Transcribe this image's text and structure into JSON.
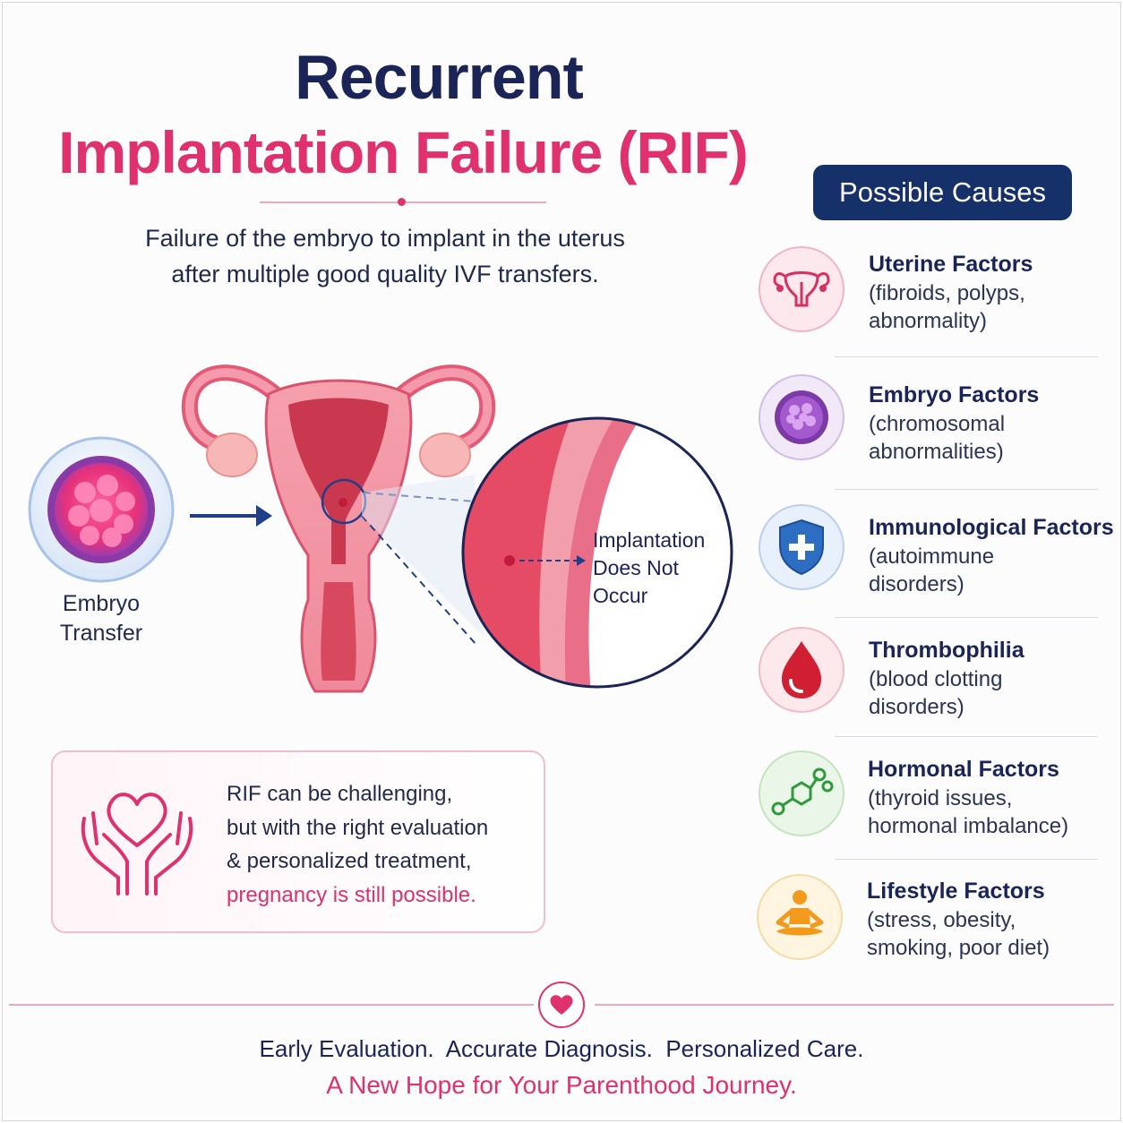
{
  "title": {
    "line1": "Recurrent",
    "line2": "Implantation Failure (RIF)"
  },
  "subtitle": {
    "line1": "Failure of the embryo to implant in the uterus",
    "line2": "after multiple good quality IVF transfers."
  },
  "illustration": {
    "embryo_label_line1": "Embryo",
    "embryo_label_line2": "Transfer",
    "callout_line1": "Implantation",
    "callout_line2": "Does Not",
    "callout_line3": "Occur"
  },
  "hope": {
    "line1": "RIF can be challenging,",
    "line2": "but with the right evaluation",
    "line3": "& personalized treatment,",
    "line4": "pregnancy is still possible."
  },
  "causes": {
    "heading": "Possible Causes",
    "items": [
      {
        "title": "Uterine Factors",
        "desc1": "(fibroids, polyps,",
        "desc2": "abnormality)",
        "icon": "uterus-icon"
      },
      {
        "title": "Embryo Factors",
        "desc1": "(chromosomal",
        "desc2": "abnormalities)",
        "icon": "embryo-cell-icon"
      },
      {
        "title": "Immunological Factors",
        "desc1": "(autoimmune",
        "desc2": "disorders)",
        "icon": "shield-plus-icon"
      },
      {
        "title": "Thrombophilia",
        "desc1": "(blood clotting",
        "desc2": "disorders)",
        "icon": "blood-drop-icon"
      },
      {
        "title": "Hormonal Factors",
        "desc1": "(thyroid issues,",
        "desc2": "hormonal imbalance)",
        "icon": "molecule-icon"
      },
      {
        "title": "Lifestyle Factors",
        "desc1": "(stress, obesity,",
        "desc2": "smoking, poor diet)",
        "icon": "meditation-icon"
      }
    ]
  },
  "footer": {
    "line1": "Early Evaluation.  Accurate Diagnosis.  Personalized Care.",
    "line2": "A New Hope for Your Parenthood Journey."
  },
  "colors": {
    "navy": "#1a2456",
    "pink": "#e0306d",
    "pill": "#16306a"
  }
}
